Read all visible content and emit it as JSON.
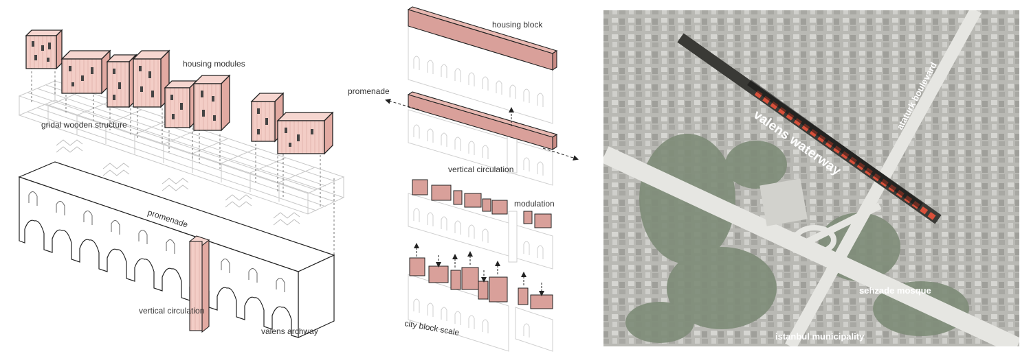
{
  "left_diagram": {
    "housing_modules": "housing modules",
    "gridal_structure": "gridal wooden structure",
    "promenade": "promenade",
    "vertical_circulation": "vertical circulation",
    "valens_archway": "valens archway"
  },
  "middle_diagram": {
    "housing_block": "housing block",
    "promenade": "promenade",
    "vertical_circulation": "vertical circulation",
    "modulation": "modulation",
    "city_block_scale": "city block scale"
  },
  "map": {
    "valens_waterway": "valens waterway",
    "ataturk_boulevard": "ataturk boulevard",
    "sehzade_mosque": "sehzade mosque",
    "istanbul_municipality": "istanbul municipality"
  },
  "colors": {
    "module_fill": "#f0c4bd",
    "block_fill": "#d9a09a",
    "outline": "#222222",
    "aqueduct_red": "#d8503a"
  }
}
